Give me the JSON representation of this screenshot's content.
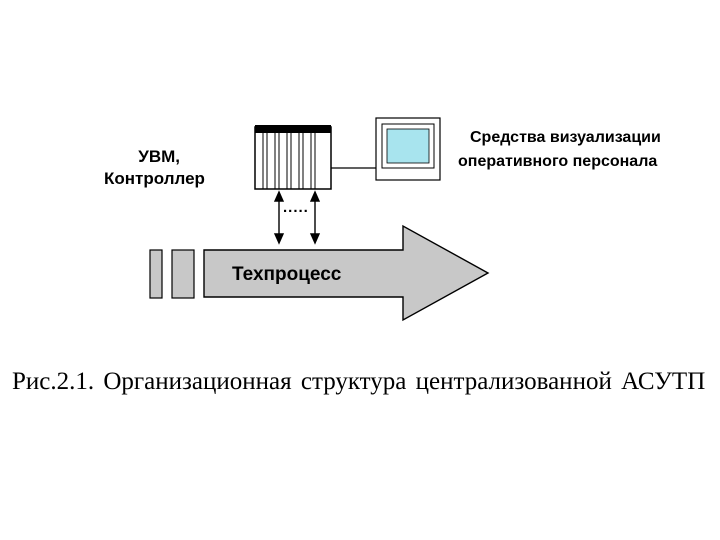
{
  "diagram": {
    "controller_label_line1": "УВМ,",
    "controller_label_line2": "Контроллер",
    "visualization_label_line1": "Средства визуализации",
    "visualization_label_line2": "оперативного персонала",
    "process_label": "Техпроцесс",
    "dots": "....."
  },
  "caption": "Рис.2.1. Организационная структура централизованной  АСУТП",
  "colors": {
    "arrow_fill": "#c8c8c8",
    "screen_fill": "#a8e4ee",
    "outline": "#000000"
  },
  "icons": [
    "controller-rack-icon",
    "monitor-icon",
    "process-arrow-icon"
  ]
}
